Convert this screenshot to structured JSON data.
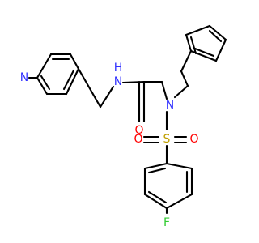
{
  "colors": {
    "bond": "#000000",
    "nitrogen": "#3333ff",
    "oxygen": "#ff0000",
    "sulfur": "#c0a000",
    "fluorine": "#33cc33"
  },
  "atoms": {
    "n_pyridine": "N",
    "n_amide_h": "N",
    "h_amide": "H",
    "o_carbonyl": "O",
    "n_sulfonamide": "N",
    "s_sulfonyl": "S",
    "o_sulfonyl_left": "O",
    "o_sulfonyl_right": "O",
    "f_aryl": "F"
  }
}
